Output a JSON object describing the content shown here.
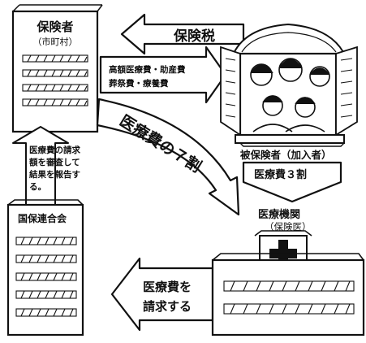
{
  "insurer": {
    "title": "保険者",
    "subtitle": "（市町村）"
  },
  "insured": {
    "label": "被保険者（加入者）"
  },
  "arrows": {
    "premium": "保険税",
    "benefits_line1": "高額医療費・助産費",
    "benefits_line2": "葬祭費・療養費",
    "copay": "医療費３割",
    "seventy_percent": "医療費の７割",
    "claim_line1": "医療費を",
    "claim_line2": "請求する"
  },
  "federation": {
    "label": "国保連合会",
    "report_lines": [
      "医療費の請求",
      "額を審査して",
      "結果を報告す",
      "る。"
    ]
  },
  "provider": {
    "title": "医療機関",
    "subtitle": "（保険医）"
  }
}
